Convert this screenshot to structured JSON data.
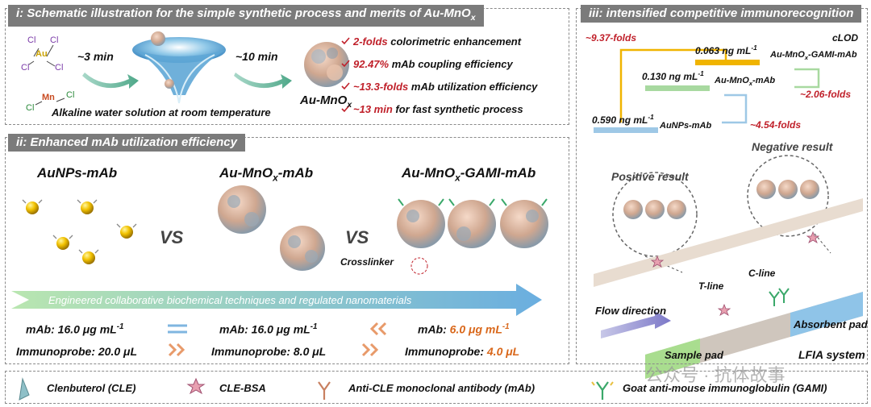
{
  "panel1": {
    "title": "i: Schematic illustration for the simple synthetic process and merits of Au-MnO",
    "title_sub": "x",
    "au_cl": [
      "Cl",
      "Cl",
      "Cl",
      "Cl"
    ],
    "au_label": "Au",
    "mn_label": "Mn",
    "mn_cl": [
      "Cl",
      "Cl"
    ],
    "time1": "~3 min",
    "time2": "~10 min",
    "condition": "Alkaline water solution at room temperature",
    "product": "Au-MnO",
    "product_sub": "x",
    "merits": [
      {
        "highlight": "2-folds",
        "text": " colorimetric enhancement"
      },
      {
        "highlight": "92.47%",
        "text": " mAb coupling efficiency"
      },
      {
        "highlight": "~13.3-folds",
        "text": "  mAb utilization efficiency"
      },
      {
        "highlight": "~13 min",
        "text": " for fast synthetic process"
      }
    ]
  },
  "panel2": {
    "title": "ii: Enhanced mAb utilization efficiency",
    "labels": {
      "a": "AuNPs-mAb",
      "b": "Au-MnO",
      "b_sub": "x",
      "b_end": "-mAb",
      "c": "Au-MnO",
      "c_sub": "x",
      "c_end": "-GAMI-mAb"
    },
    "vs": "VS",
    "crosslinker": "Crosslinker",
    "arrow_text": "Engineered collaborative biochemical techniques and regulated nanomaterials",
    "mab": [
      {
        "label": "mAb: ",
        "value": "16.0 μg mL",
        "sup": "-1"
      },
      {
        "label": "mAb: ",
        "value": "16.0 μg mL",
        "sup": "-1"
      },
      {
        "label": "mAb: ",
        "value": "6.0 μg mL",
        "sup": "-1"
      }
    ],
    "immuno": [
      {
        "label": "Immunoprobe: ",
        "value": "20.0 μL"
      },
      {
        "label": "Immunoprobe: ",
        "value": "8.0 μL"
      },
      {
        "label": "Immunoprobe: ",
        "value": "4.0 μL"
      }
    ]
  },
  "panel3": {
    "title": "iii: intensified competitive immunorecognition",
    "clod": "cLOD",
    "fold_total": "~9.37-folds",
    "fold_gami": "~2.06-folds",
    "fold_mno": "~4.54-folds",
    "lod_gami": "0.063 ng mL",
    "lod_mno": "0.130 ng mL",
    "lod_aunp": "0.590 ng mL",
    "lod_sup": "-1",
    "name_gami": "Au-MnO",
    "name_gami_sub": "x",
    "name_gami_end": "-GAMI-mAb",
    "name_mno": "Au-MnO",
    "name_mno_sub": "x",
    "name_mno_end": "-mAb",
    "name_aunp": "AuNPs-mAb",
    "negative": "Negative result",
    "positive": "Positive result",
    "tline": "T-line",
    "cline": "C-line",
    "flow": "Flow direction",
    "absorbent": "Absorbent pad",
    "sample": "Sample pad",
    "system": "LFIA system"
  },
  "legend": [
    {
      "icon": "clenbuterol-icon",
      "text": "Clenbuterol (CLE)"
    },
    {
      "icon": "cle-bsa-icon",
      "text": "CLE-BSA"
    },
    {
      "icon": "antibody-icon",
      "text": "Anti-CLE monoclonal antibody (mAb)"
    },
    {
      "icon": "gami-icon",
      "text": "Goat anti-mouse immunoglobulin (GAMI)"
    }
  ],
  "watermark": "公众号 · 抗体故事",
  "colors": {
    "title_bg": "#7b7b7b",
    "highlight_red": "#c0202a",
    "highlight_orange": "#d9671a",
    "bar_gold": "#f0b400",
    "bar_green": "#a8d9a0",
    "bar_blue": "#9ec8e6",
    "arrow_green": "#7fcf87",
    "arrow_blue": "#6aaee0"
  }
}
